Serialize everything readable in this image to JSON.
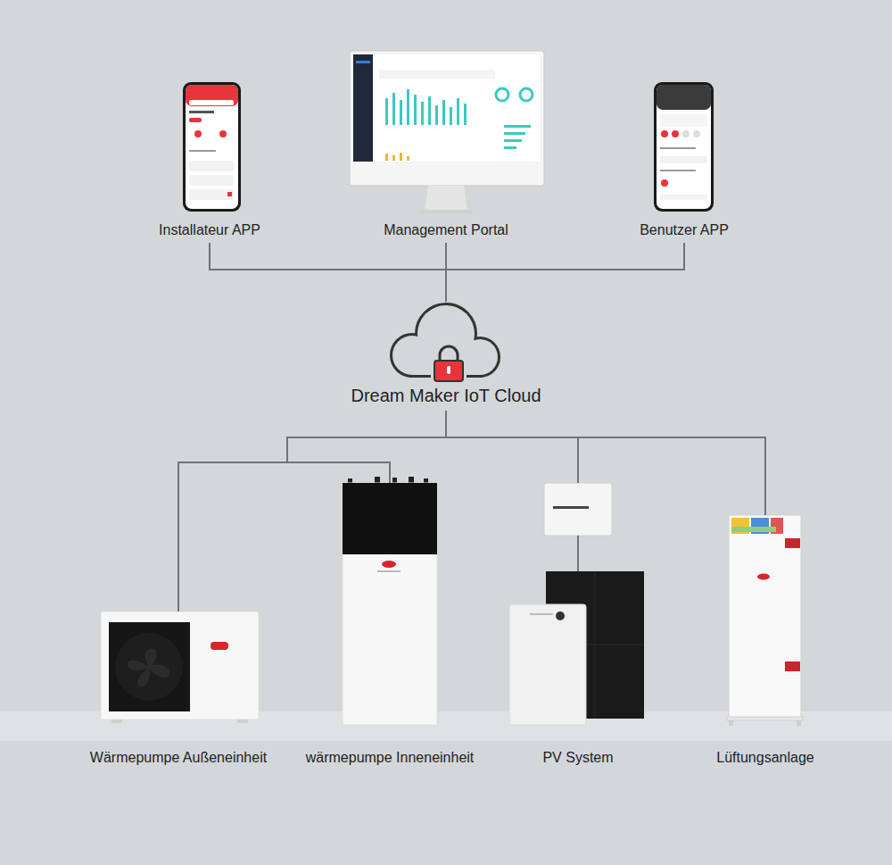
{
  "diagram": {
    "nodes": [
      {
        "text": [
          "Installateur APP"
        ]
      },
      {
        "text": [
          "Management Portal"
        ]
      },
      {
        "text": [
          "Benutzer APP"
        ]
      },
      {
        "text": [
          "Dream Maker IoT Cloud"
        ]
      },
      {
        "text": [
          "Wärmepumpe Außeneinheit"
        ]
      },
      {
        "text": [
          "wärmepumpe Inneneinheit"
        ]
      },
      {
        "text": [
          "PV System"
        ]
      },
      {
        "text": [
          "Lüftungsanlage"
        ]
      }
    ],
    "edges": [
      {
        "from": 0,
        "to": 3,
        "arrow": "none"
      },
      {
        "from": 1,
        "to": 3,
        "arrow": "none"
      },
      {
        "from": 2,
        "to": 3,
        "arrow": "none"
      },
      {
        "from": 3,
        "to": 4,
        "arrow": "none"
      },
      {
        "from": 3,
        "to": 5,
        "arrow": "none"
      },
      {
        "from": 3,
        "to": 6,
        "arrow": "none"
      },
      {
        "from": 3,
        "to": 7,
        "arrow": "none"
      }
    ]
  }
}
